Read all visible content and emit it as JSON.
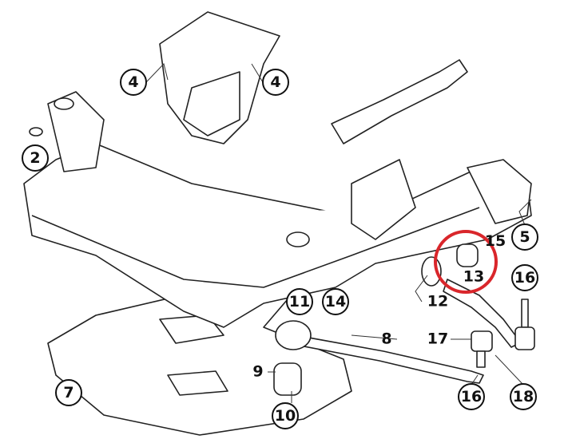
{
  "diagram": {
    "title": "",
    "labels": [
      {
        "id": "4a",
        "text": "4",
        "circled": true
      },
      {
        "id": "4b",
        "text": "4",
        "circled": true
      },
      {
        "id": "2",
        "text": "2",
        "circled": true
      },
      {
        "id": "5",
        "text": "5",
        "circled": true
      },
      {
        "id": "15",
        "text": "15",
        "circled": true
      },
      {
        "id": "13",
        "text": "13",
        "circled": false
      },
      {
        "id": "16a",
        "text": "16",
        "circled": true
      },
      {
        "id": "12",
        "text": "12",
        "circled": false
      },
      {
        "id": "11",
        "text": "11",
        "circled": true
      },
      {
        "id": "14",
        "text": "14",
        "circled": true
      },
      {
        "id": "8",
        "text": "8",
        "circled": false
      },
      {
        "id": "17",
        "text": "17",
        "circled": false
      },
      {
        "id": "9",
        "text": "9",
        "circled": false
      },
      {
        "id": "7",
        "text": "7",
        "circled": true
      },
      {
        "id": "16b",
        "text": "16",
        "circled": true
      },
      {
        "id": "18",
        "text": "18",
        "circled": true
      },
      {
        "id": "10",
        "text": "10",
        "circled": true
      }
    ],
    "highlight_color": "#d9262b"
  }
}
